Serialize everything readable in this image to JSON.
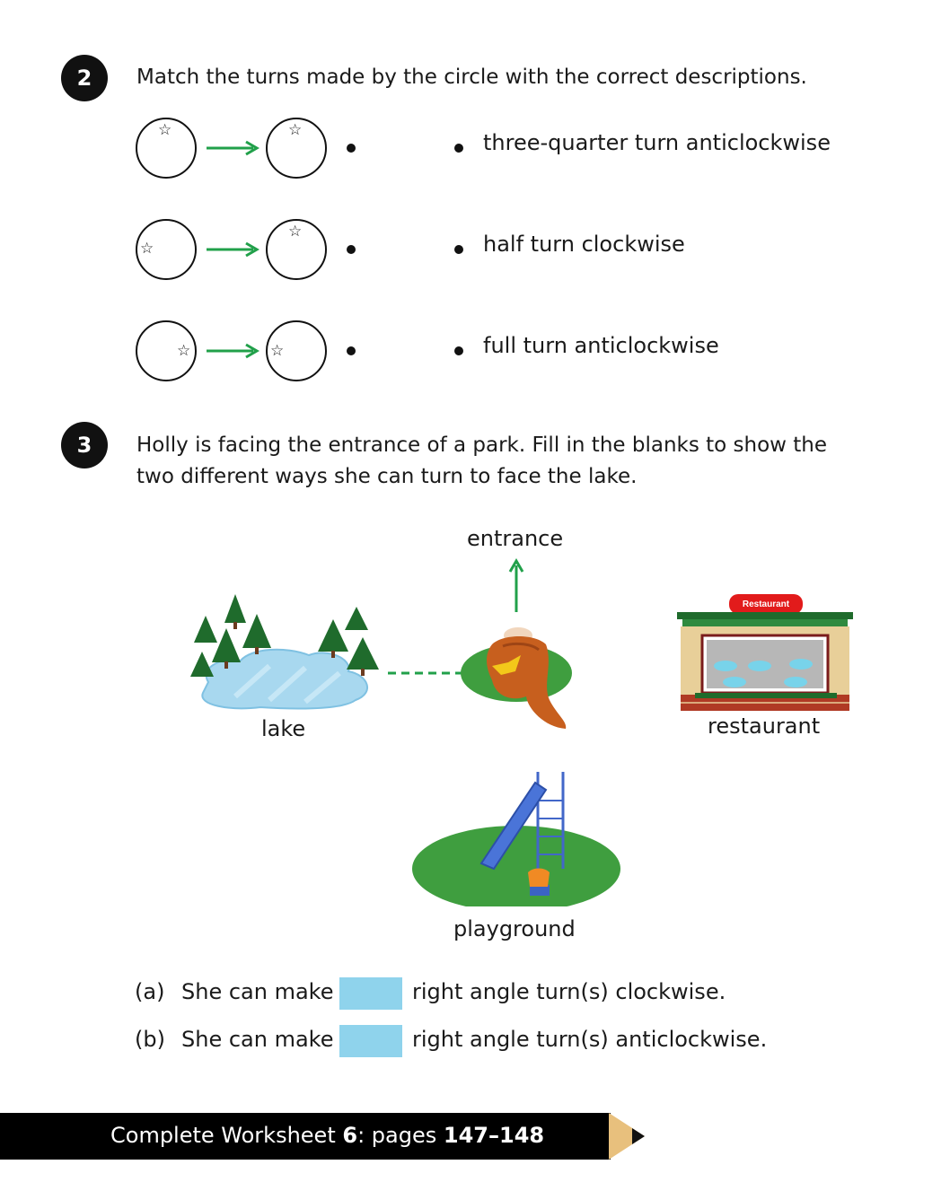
{
  "q2": {
    "number": "2",
    "instruction": "Match the turns made by the circle with the correct descriptions.",
    "descriptions": [
      "three-quarter turn anticlockwise",
      "half turn clockwise",
      "full turn anticlockwise"
    ]
  },
  "q3": {
    "number": "3",
    "instruction_line1": "Holly is facing the entrance of a park. Fill in the blanks to show the",
    "instruction_line2": "two different ways she can turn to face the lake.",
    "labels": {
      "entrance": "entrance",
      "lake": "lake",
      "restaurant": "restaurant",
      "restaurant_sign": "Restaurant",
      "playground": "playground"
    },
    "blanks": [
      {
        "letter": "(a)",
        "prefix": "She can make",
        "suffix": "right angle turn(s) clockwise."
      },
      {
        "letter": "(b)",
        "prefix": "She can make",
        "suffix": "right angle turn(s) anticlockwise."
      }
    ]
  },
  "footer": {
    "prefix": "Complete Worksheet",
    "worksheet": "6",
    "middle": ": pages",
    "pages": "147–148"
  },
  "colors": {
    "arrow_green": "#21a04a",
    "blank_blue": "#8fd3ec",
    "grass_green": "#3f9e3f",
    "lake_blue": "#a8d8ef",
    "tree_green": "#1f6b2c",
    "restaurant_red": "#e21b1b",
    "pencil_tan": "#e8c07d"
  }
}
